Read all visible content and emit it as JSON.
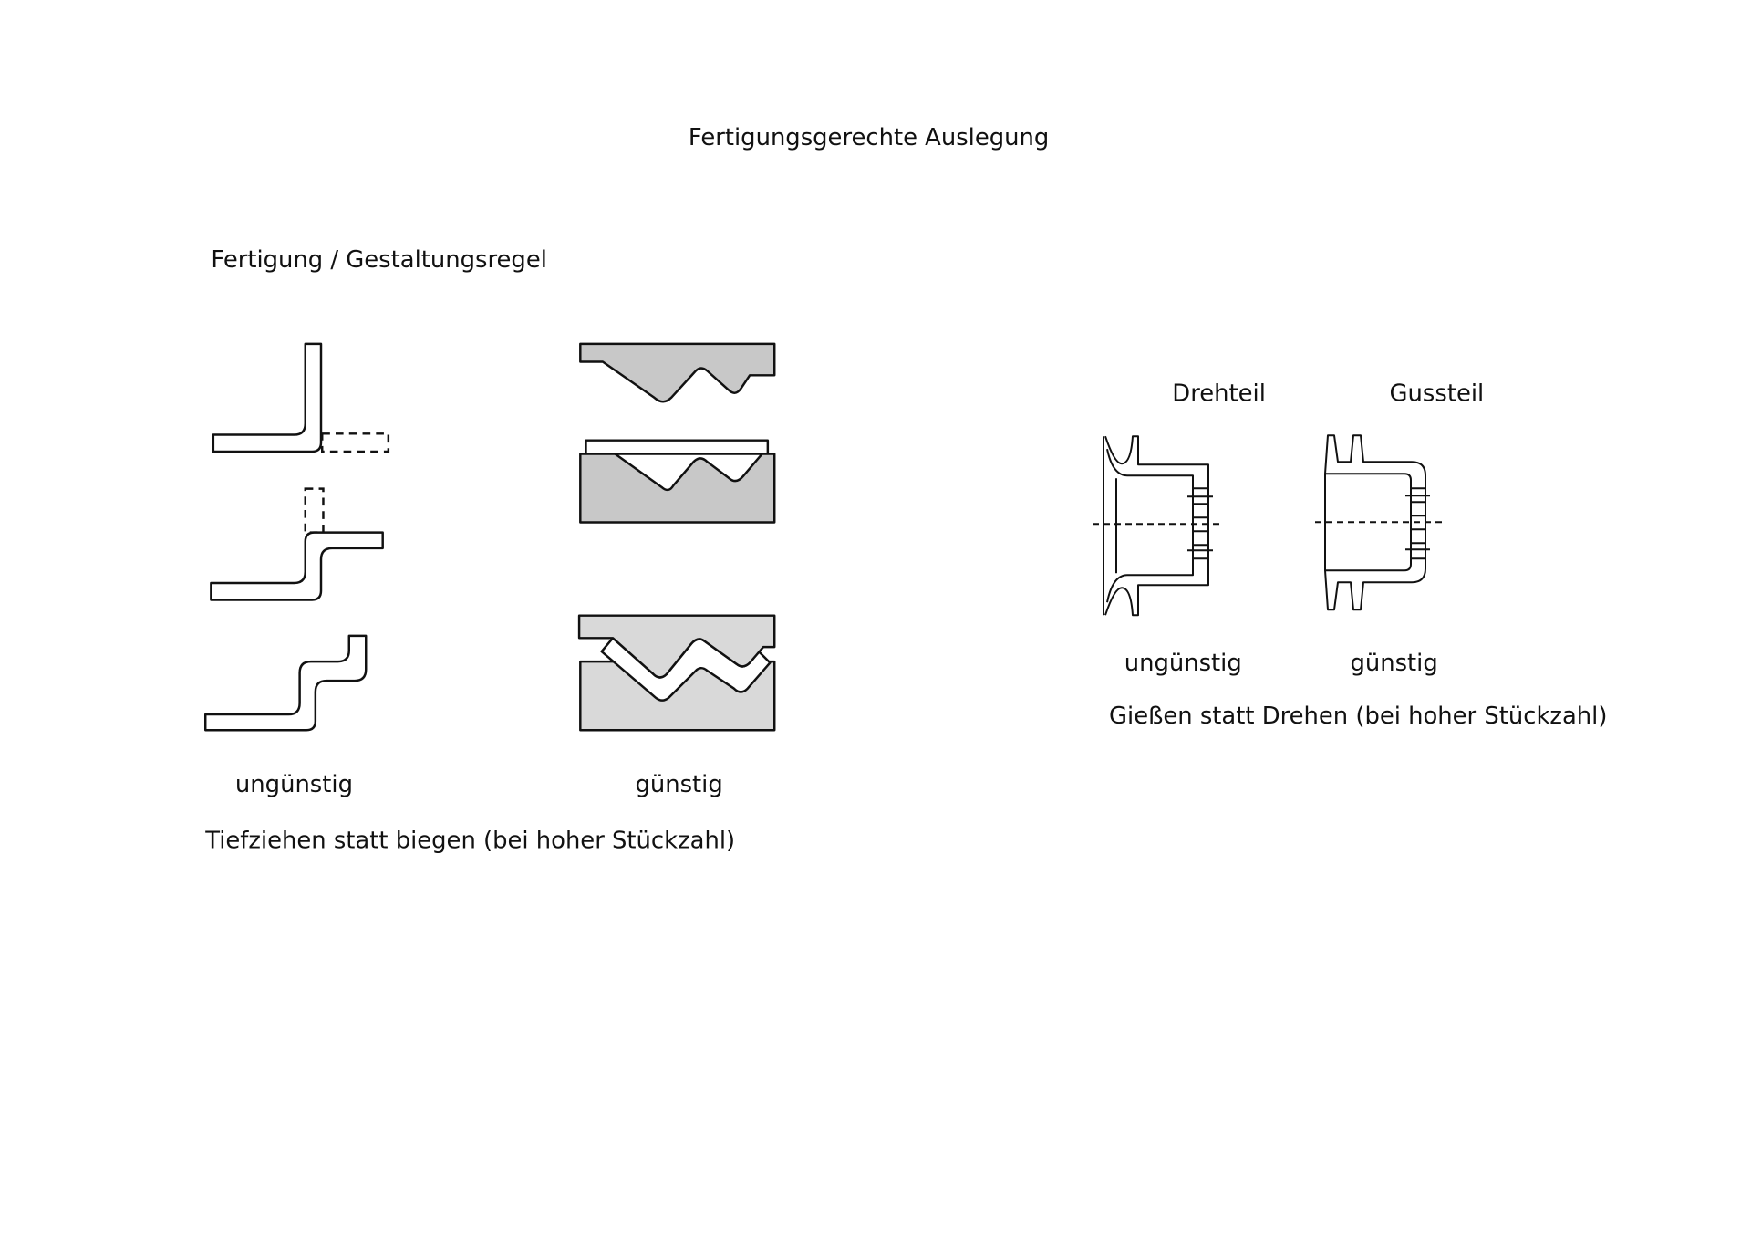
{
  "title": "Fertigungsgerechte Auslegung",
  "section_label": "Fertigung / Gestaltungsregel",
  "left_example": {
    "bad_label": "ungünstig",
    "good_label": "günstig",
    "caption": "Tiefziehen statt biegen (bei hoher Stückzahl)"
  },
  "right_example": {
    "col1_header": "Drehteil",
    "col2_header": "Gussteil",
    "bad_label": "ungünstig",
    "good_label": "günstig",
    "caption": "Gießen statt Drehen (bei hoher Stückzahl)"
  },
  "colors": {
    "die_dark": "#c8c8c8",
    "die_light": "#d9d9d9",
    "line": "#111111"
  }
}
